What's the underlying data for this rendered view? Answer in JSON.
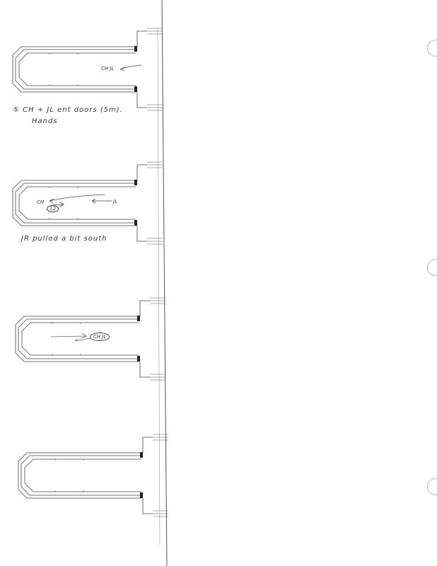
{
  "diagrams": [
    {
      "label": "CH JL",
      "note": "⑤ CH + JL ent doors (5m).",
      "note2": "Hands"
    },
    {
      "label_left": "CH",
      "label_circle": "12",
      "label_right": "JL",
      "note": "JR pulled a bit south"
    },
    {
      "label": "CH JL"
    },
    {}
  ],
  "colors": {
    "ink": "#333333",
    "paper": "#ffffff"
  }
}
